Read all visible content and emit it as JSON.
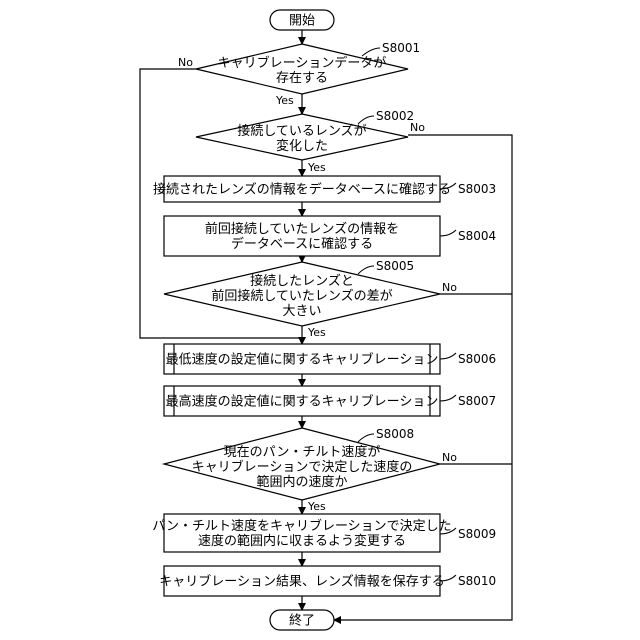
{
  "start": "開始",
  "end": "終了",
  "yes": "Yes",
  "no": "No",
  "steps": {
    "s8001": {
      "id": "S8001",
      "lines": [
        "キャリブレーションデータが",
        "存在する"
      ]
    },
    "s8002": {
      "id": "S8002",
      "lines": [
        "接続しているレンズが",
        "変化した"
      ]
    },
    "s8003": {
      "id": "S8003",
      "lines": [
        "接続されたレンズの情報をデータベースに確認する"
      ]
    },
    "s8004": {
      "id": "S8004",
      "lines": [
        "前回接続していたレンズの情報を",
        "データベースに確認する"
      ]
    },
    "s8005": {
      "id": "S8005",
      "lines": [
        "接続したレンズと",
        "前回接続していたレンズの差が",
        "大きい"
      ]
    },
    "s8006": {
      "id": "S8006",
      "lines": [
        "最低速度の設定値に関するキャリブレーション"
      ]
    },
    "s8007": {
      "id": "S8007",
      "lines": [
        "最高速度の設定値に関するキャリブレーション"
      ]
    },
    "s8008": {
      "id": "S8008",
      "lines": [
        "現在のパン・チルト速度が",
        "キャリブレーションで決定した速度の",
        "範囲内の速度か"
      ]
    },
    "s8009": {
      "id": "S8009",
      "lines": [
        "パン・チルト速度をキャリブレーションで決定した",
        "速度の範囲内に収まるよう変更する"
      ]
    },
    "s8010": {
      "id": "S8010",
      "lines": [
        "キャリブレーション結果、レンズ情報を保存する"
      ]
    }
  }
}
